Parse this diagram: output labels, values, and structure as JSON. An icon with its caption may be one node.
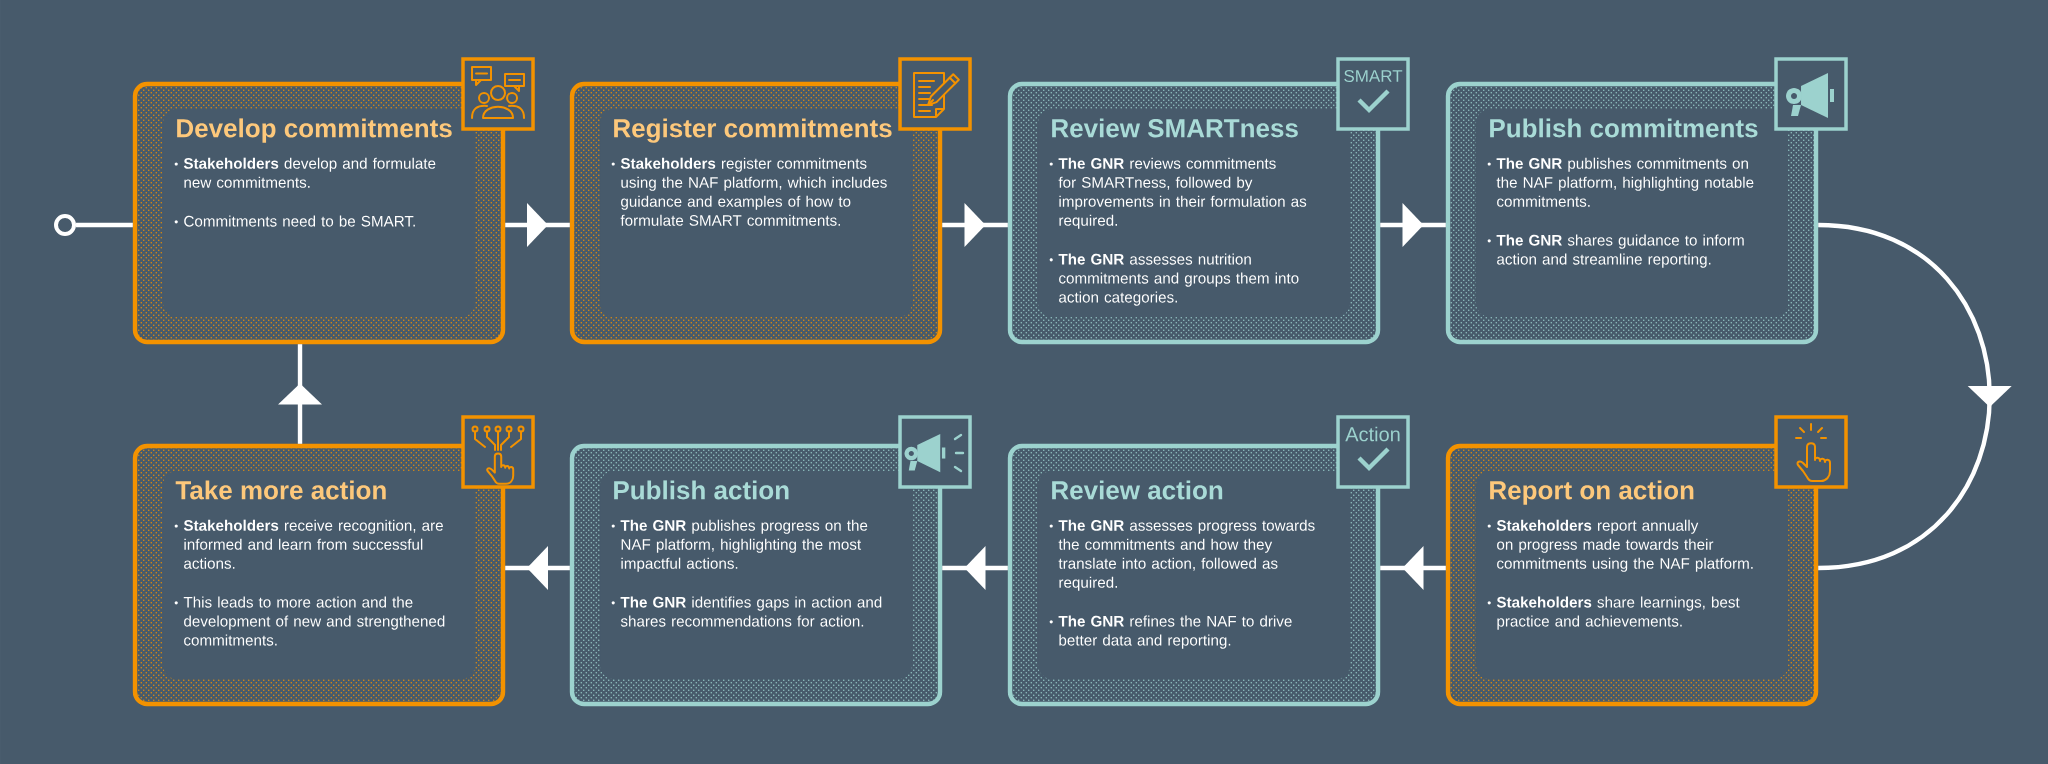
{
  "diagram": {
    "nodes": [
      {
        "text": [],
        "shape": "circle"
      },
      {
        "text": [
          "Develop commitments",
          "**Stakeholders** develop and formulate new commitments.",
          "Commitments need to be SMART."
        ]
      },
      {
        "text": [
          "Register commitments",
          "**Stakeholders** register commitments using the NAF platform, which includes guidance and examples of how to formulate SMART commitments."
        ]
      },
      {
        "text": [
          "Review SMARTness",
          "**The GNR** reviews commitments for SMARTness, followed by improvements in their formulation as required.",
          "**The GNR** assesses nutrition commitments and groups them into action categories."
        ]
      },
      {
        "text": [
          "Publish commitments",
          "**The GNR** publishes commitments on the NAF platform, highlighting notable commitments.",
          "**The GNR** shares guidance to inform action and streamline reporting."
        ]
      },
      {
        "text": [
          "Take more action",
          "**Stakeholders** receive recognition, are informed and learn from successful actions.",
          "This leads to more action and the development of new and strengthened commitments."
        ]
      },
      {
        "text": [
          "Publish action",
          "**The GNR** publishes progress on the NAF platform, highlighting the most impactful actions.",
          "**The GNR** identifies gaps in action and shares recommendations for action."
        ]
      },
      {
        "text": [
          "Review action",
          "**The GNR** assesses progress towards the commitments and how they translate into action, followed as required.",
          "**The GNR** refines the NAF to drive better data and reporting."
        ]
      },
      {
        "text": [
          "Report on action",
          "**Stakeholders** report annually on progress made towards their commitments using the NAF platform.",
          "**Stakeholders** share learnings, best practice and achievements."
        ]
      }
    ],
    "edges": [
      {
        "from": 0,
        "to": 1,
        "arrow": "none"
      },
      {
        "from": 1,
        "to": 2,
        "arrow": "to"
      },
      {
        "from": 2,
        "to": 3,
        "arrow": "to"
      },
      {
        "from": 3,
        "to": 4,
        "arrow": "to"
      },
      {
        "from": 4,
        "to": 8,
        "arrow": "to"
      },
      {
        "from": 8,
        "to": 7,
        "arrow": "to"
      },
      {
        "from": 7,
        "to": 6,
        "arrow": "to"
      },
      {
        "from": 6,
        "to": 5,
        "arrow": "to"
      },
      {
        "from": 5,
        "to": 1,
        "arrow": "to"
      }
    ],
    "labels": [
      "SMART",
      "Action"
    ]
  }
}
